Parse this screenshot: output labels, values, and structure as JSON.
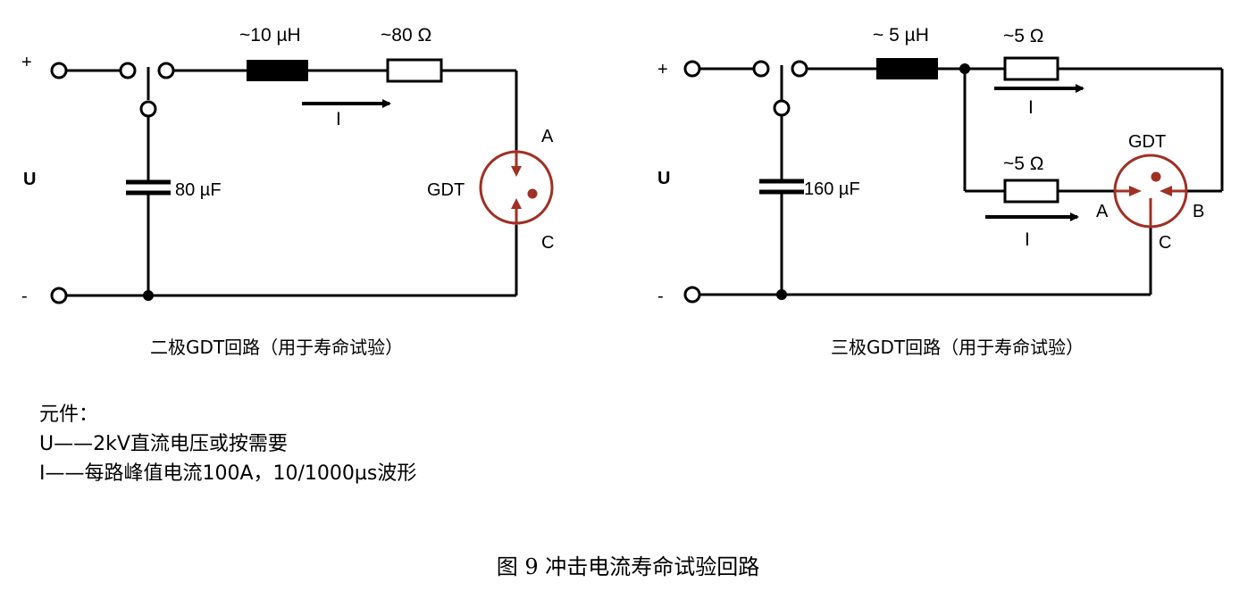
{
  "diagram_left": {
    "plus": "+",
    "minus": "-",
    "source_label": "U",
    "inductor_label": "~10 µH",
    "resistor_label": "~80 Ω",
    "capacitor_label": "80 µF",
    "current_label": "I",
    "gdt_label": "GDT",
    "terminal_a": "A",
    "terminal_c": "C",
    "caption": "二极GDT回路（用于寿命试验）"
  },
  "diagram_right": {
    "plus": "+",
    "minus": "-",
    "source_label": "U",
    "inductor_label": "~ 5 µH",
    "resistor_top_label": "~5 Ω",
    "resistor_bottom_label": "~5 Ω",
    "capacitor_label": "160 µF",
    "current_top_label": "I",
    "current_bottom_label": "I",
    "gdt_label": "GDT",
    "terminal_a": "A",
    "terminal_b": "B",
    "terminal_c": "C",
    "caption": "三极GDT回路（用于寿命试验）"
  },
  "legend": {
    "heading": "元件：",
    "line_u": "U——2kV直流电压或按需要",
    "line_i": "I——每路峰值电流100A，10/1000µs波形"
  },
  "figure_title": "图 9 冲击电流寿命试验回路",
  "colors": {
    "gdt": "#a03025",
    "wire": "#000000"
  }
}
